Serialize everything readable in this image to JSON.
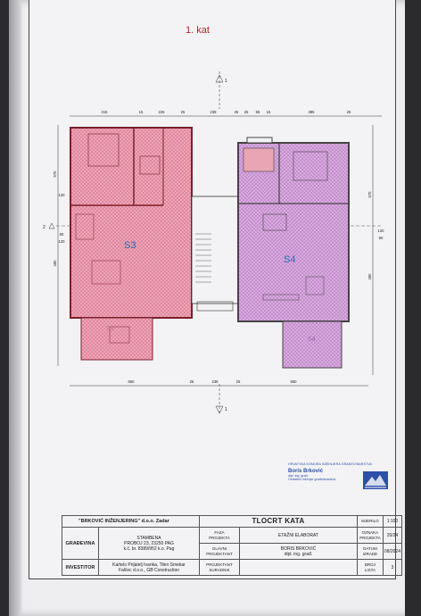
{
  "drawing": {
    "floor_label": "1. kat",
    "unit_left": "S3",
    "unit_right": "S4",
    "room_left_bottom": "S3",
    "room_right_bottom": "S4",
    "section_top": "1",
    "section_bottom": "1",
    "section_side": "2",
    "dims_top": [
      "315",
      "15",
      "225",
      "25",
      "238",
      "25",
      "25",
      "65",
      "15",
      "385",
      "25"
    ],
    "dims_bottom": [
      "650",
      "25",
      "238",
      "25",
      "550"
    ],
    "dims_left": [
      "570",
      "490",
      "120",
      "60",
      "120"
    ],
    "dims_right": [
      "570",
      "490",
      "120",
      "90"
    ]
  },
  "stamp": {
    "org_line": "HRVATSKA KOMORA INŽENJERA GRAĐEVINARSTVA",
    "name": "Boris Brković",
    "title": "dipl. ing. građ.",
    "sub": "Ovlašteni inženjer građevinarstva"
  },
  "titleblock": {
    "company": "\"BRKOVIĆ INŽENJERING\" d.o.o. Zadar",
    "drawing_title": "TLOCRT KATA",
    "scale_label": "MJERILO",
    "scale_value": "1:100",
    "gradevina_label": "GRAĐEVINA",
    "gradevina_line1": "STAMBENA",
    "gradevina_line2": "PROBOJ 23, 23250 PAG",
    "gradevina_line3": "k.č. br. 8389/952 k.o. Pag",
    "faza_label": "FAZA",
    "faza_label2": "PROJEKTA",
    "faza_value": "ETAŽNI ELABORAT",
    "oznaka_label": "OZNAKA",
    "oznaka_label2": "PROJEKTA",
    "oznaka_value": "20/24",
    "glavni_label": "GLAVNI",
    "glavni_label2": "PROJEKTANT",
    "glavni_value1": "BORIS BRKOVIĆ",
    "glavni_value2": "dipl. ing. građ.",
    "datum_label": "DATUM",
    "datum_label2": "IZRADE",
    "datum_value": "08/2024",
    "investitor_label": "INVESTITOR",
    "investitor_line1": "Kartelo Prijatelj Ivanka, Tilen Smekar",
    "investitor_line2": "Falčec d.o.o., GB Construction",
    "projektant_label": "PROJEKTANT",
    "projektant_label2": "SURADNIK",
    "broj_label": "BROJ",
    "broj_label2": "LISTA",
    "broj_value": "3"
  }
}
